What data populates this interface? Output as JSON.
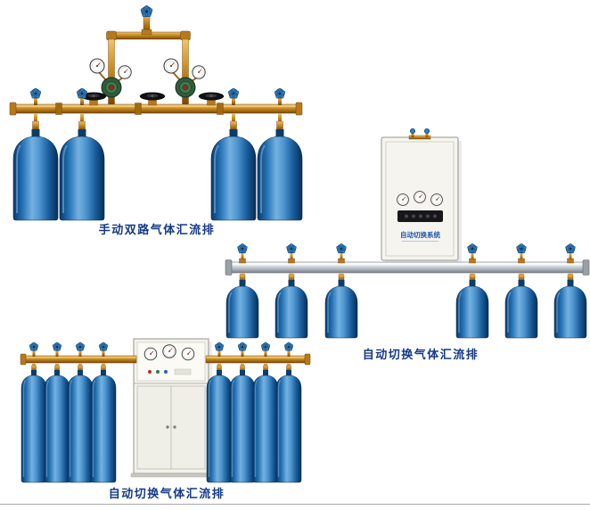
{
  "page": {
    "background": "#ffffff",
    "bottom_divider_color": "#a8a8a8"
  },
  "colors": {
    "caption_text": "#153a8a",
    "cylinder_blue": "#1e6ab0",
    "brass_pipe": "#c88a24",
    "manifold_steel": "#c2c7cd",
    "handwheel_blue": "#2e7cbd",
    "handwheel_black": "#101014",
    "cabinet_body": "#f4f3ed",
    "cabinet_label_blue": "#2256ae"
  },
  "products": [
    {
      "id": "manual-dual-row-manifold",
      "caption": "手动双路气体汇流排",
      "cylinder_count": 4
    },
    {
      "id": "auto-switch-manifold-wall-cabinet",
      "caption": "自动切换气体汇流排",
      "cabinet_label": "自动切换系统",
      "cylinder_count": 6
    },
    {
      "id": "auto-switch-manifold-floor-cabinet",
      "caption": "自动切换气体汇流排",
      "cylinder_count": 8
    }
  ]
}
